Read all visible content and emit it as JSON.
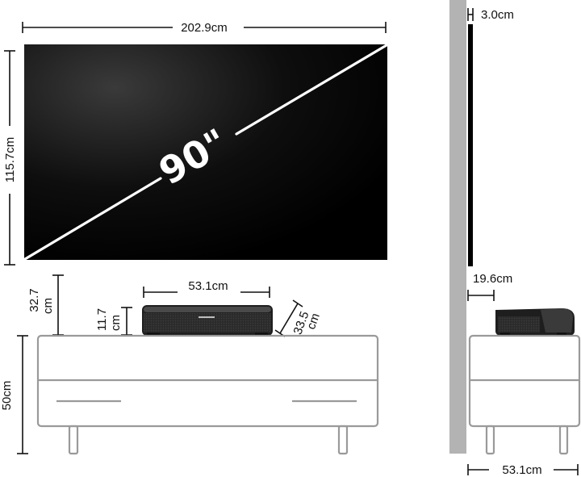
{
  "front_view": {
    "screen": {
      "diagonal_label": "90\"",
      "width_label": "202.9cm",
      "height_label": "115.7cm"
    },
    "projector": {
      "width_label": "53.1cm",
      "height_value": "11.7",
      "height_unit": "cm",
      "depth_value": "33.5",
      "depth_unit": "cm"
    },
    "gap": {
      "value": "32.7",
      "unit": "cm"
    },
    "cabinet": {
      "height_label": "50cm"
    }
  },
  "side_view": {
    "screen_thickness_label": "3.0cm",
    "wall_offset_label": "19.6cm",
    "projector_depth_label": "53.1cm"
  },
  "colors": {
    "screen": "#000000",
    "screen_glow": "#3a3a3a",
    "wall": "#b3b3b3",
    "furniture_stroke": "#9a9a9a",
    "projector": "#2a2a2a",
    "dimension_line": "#111111"
  }
}
